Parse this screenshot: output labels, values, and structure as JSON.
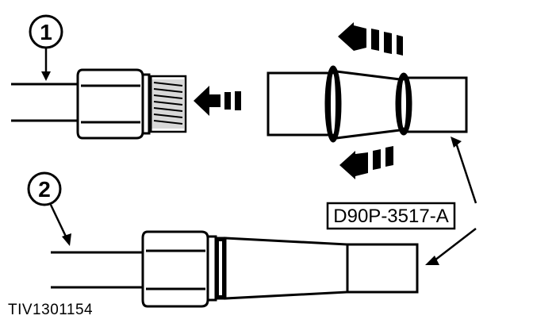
{
  "diagram": {
    "callouts": [
      {
        "id": "1",
        "label": "1"
      },
      {
        "id": "2",
        "label": "2"
      }
    ],
    "part_number": "D90P-3517-A",
    "figure_id": "TIV1301154",
    "colors": {
      "ink": "#000000",
      "paper": "#ffffff"
    }
  }
}
